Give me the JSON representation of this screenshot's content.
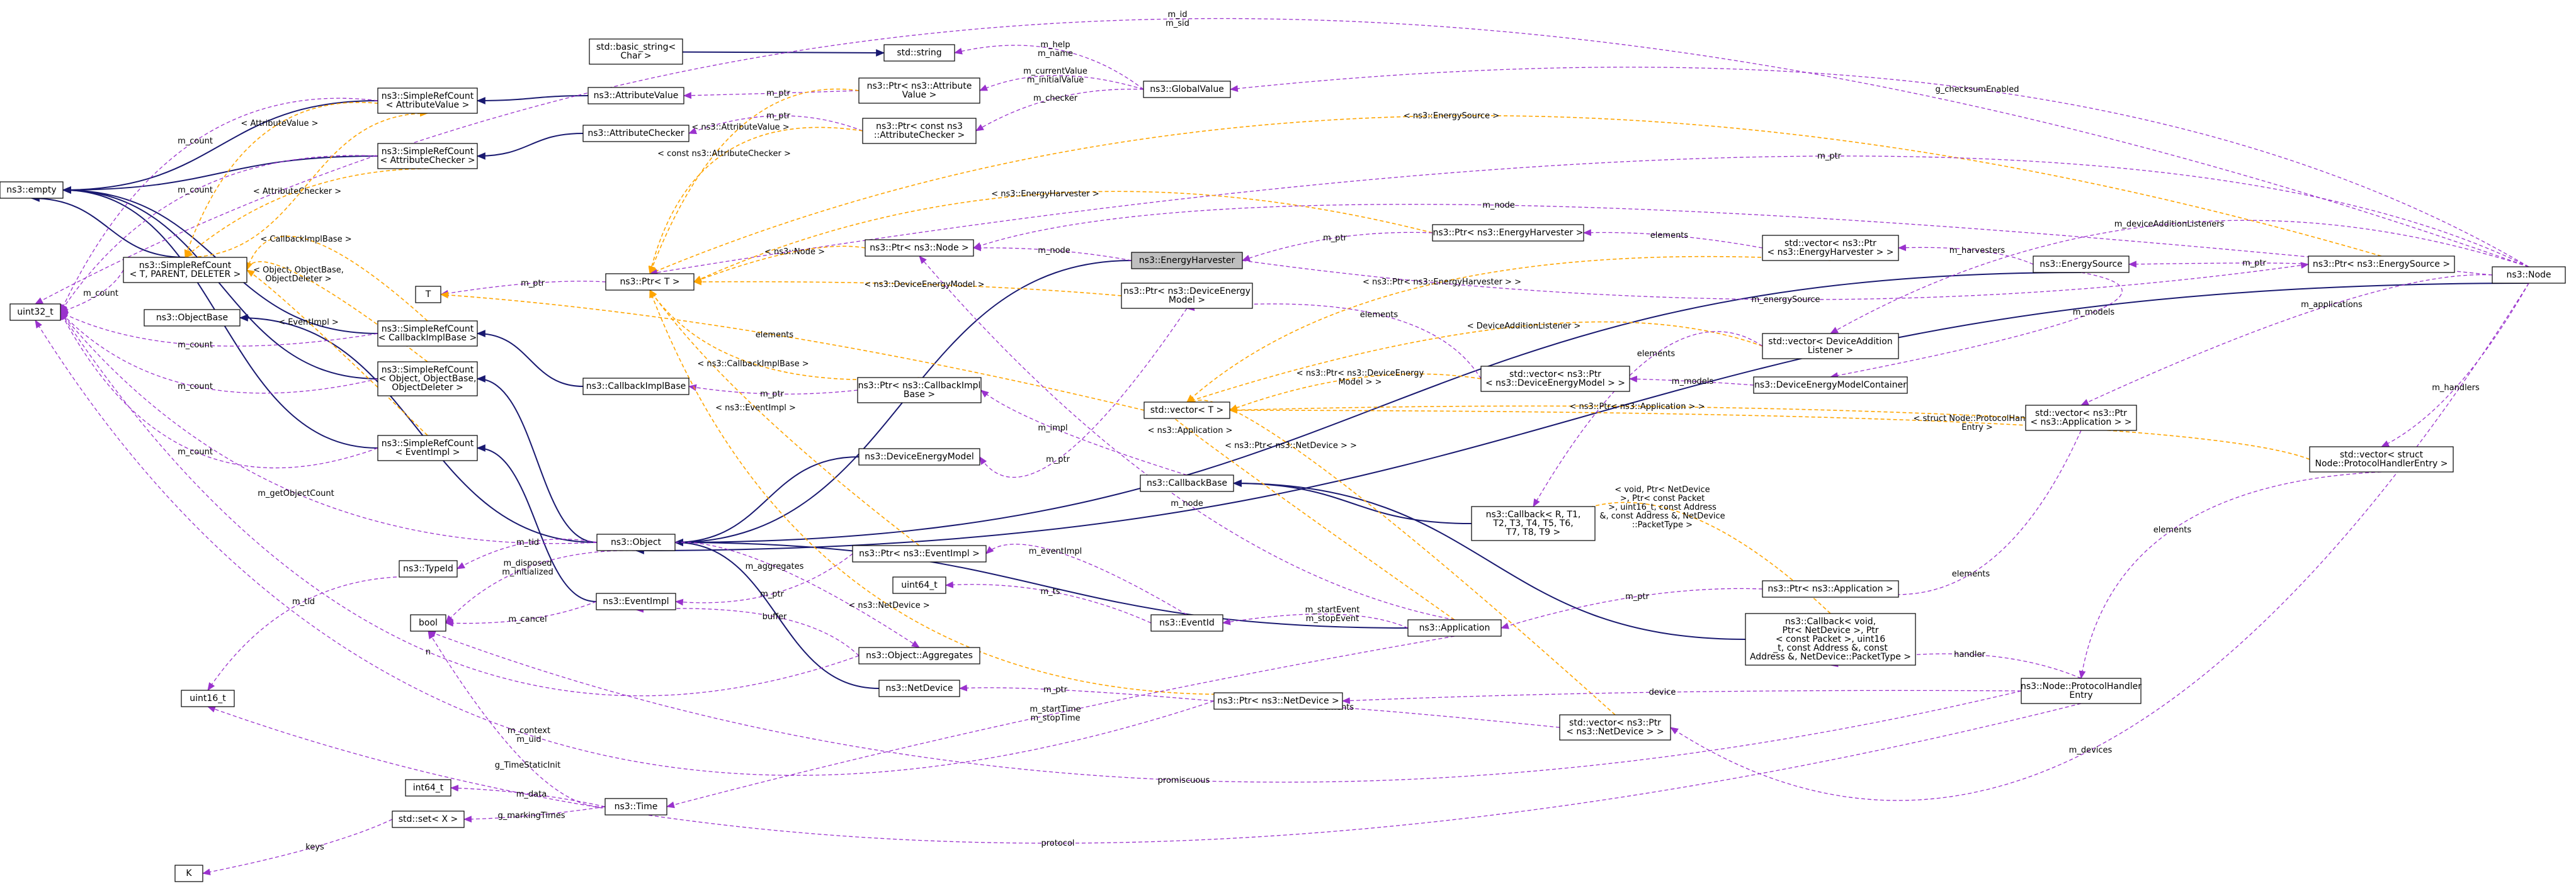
{
  "colors": {
    "inheritance": "#191970",
    "usage": "#9a32cd",
    "template": "#ffa500",
    "focus_fill": "#bfbfbf",
    "node_fill": "#ffffff"
  },
  "nodes": [
    {
      "id": "empty",
      "lines": [
        "ns3::empty"
      ]
    },
    {
      "id": "uint32",
      "lines": [
        "uint32_t"
      ]
    },
    {
      "id": "src_av",
      "lines": [
        "ns3::SimpleRefCount",
        "< AttributeValue >"
      ]
    },
    {
      "id": "src_ac",
      "lines": [
        "ns3::SimpleRefCount",
        "< AttributeChecker >"
      ]
    },
    {
      "id": "src_tpd",
      "lines": [
        "ns3::SimpleRefCount",
        "< T, PARENT, DELETER >"
      ]
    },
    {
      "id": "src_cib",
      "lines": [
        "ns3::SimpleRefCount",
        "< CallbackImplBase >"
      ]
    },
    {
      "id": "src_obj",
      "lines": [
        "ns3::SimpleRefCount",
        "< Object, ObjectBase,",
        "ObjectDeleter >"
      ]
    },
    {
      "id": "src_ei",
      "lines": [
        "ns3::SimpleRefCount",
        "< EventImpl >"
      ]
    },
    {
      "id": "objectbase",
      "lines": [
        "ns3::ObjectBase"
      ]
    },
    {
      "id": "T",
      "lines": [
        "T"
      ]
    },
    {
      "id": "ptrT",
      "lines": [
        "ns3::Ptr< T >"
      ]
    },
    {
      "id": "basic_string",
      "lines": [
        "std::basic_string<",
        "Char >"
      ]
    },
    {
      "id": "attrval",
      "lines": [
        "ns3::AttributeValue"
      ]
    },
    {
      "id": "attrchk",
      "lines": [
        "ns3::AttributeChecker"
      ]
    },
    {
      "id": "cbimplbase",
      "lines": [
        "ns3::CallbackImplBase"
      ]
    },
    {
      "id": "typeid",
      "lines": [
        "ns3::TypeId"
      ]
    },
    {
      "id": "bool",
      "lines": [
        "bool"
      ]
    },
    {
      "id": "uint16",
      "lines": [
        "uint16_t"
      ]
    },
    {
      "id": "int64",
      "lines": [
        "int64_t"
      ]
    },
    {
      "id": "setX",
      "lines": [
        "std::set< X >"
      ]
    },
    {
      "id": "K",
      "lines": [
        "K"
      ]
    },
    {
      "id": "object",
      "lines": [
        "ns3::Object"
      ]
    },
    {
      "id": "eventimpl",
      "lines": [
        "ns3::EventImpl"
      ]
    },
    {
      "id": "time",
      "lines": [
        "ns3::Time"
      ]
    },
    {
      "id": "string",
      "lines": [
        "std::string"
      ]
    },
    {
      "id": "ptr_attrval",
      "lines": [
        "ns3::Ptr< ns3::Attribute",
        "Value >"
      ]
    },
    {
      "id": "ptr_constchk",
      "lines": [
        "ns3::Ptr< const ns3",
        "::AttributeChecker >"
      ]
    },
    {
      "id": "ptr_node",
      "lines": [
        "ns3::Ptr< ns3::Node >"
      ]
    },
    {
      "id": "ptr_cbimpl",
      "lines": [
        "ns3::Ptr< ns3::CallbackImpl",
        "Base >"
      ]
    },
    {
      "id": "devenergymodel",
      "lines": [
        "ns3::DeviceEnergyModel"
      ]
    },
    {
      "id": "ptr_eventimpl",
      "lines": [
        "ns3::Ptr< ns3::EventImpl >"
      ]
    },
    {
      "id": "uint64",
      "lines": [
        "uint64_t"
      ]
    },
    {
      "id": "aggregates",
      "lines": [
        "ns3::Object::Aggregates"
      ]
    },
    {
      "id": "netdevice",
      "lines": [
        "ns3::NetDevice"
      ]
    },
    {
      "id": "globalvalue",
      "lines": [
        "ns3::GlobalValue"
      ]
    },
    {
      "id": "energyharvester",
      "lines": [
        "ns3::EnergyHarvester"
      ]
    },
    {
      "id": "ptr_dem",
      "lines": [
        "ns3::Ptr< ns3::DeviceEnergy",
        "Model >"
      ]
    },
    {
      "id": "vectorT",
      "lines": [
        "std::vector< T >"
      ]
    },
    {
      "id": "callbackbase",
      "lines": [
        "ns3::CallbackBase"
      ]
    },
    {
      "id": "eventid",
      "lines": [
        "ns3::EventId"
      ]
    },
    {
      "id": "ptr_netdevice",
      "lines": [
        "ns3::Ptr< ns3::NetDevice >"
      ]
    },
    {
      "id": "ptr_eh",
      "lines": [
        "ns3::Ptr< ns3::EnergyHarvester >"
      ]
    },
    {
      "id": "vec_ptr_dem",
      "lines": [
        "std::vector< ns3::Ptr",
        "< ns3::DeviceEnergyModel > >"
      ]
    },
    {
      "id": "callback9",
      "lines": [
        "ns3::Callback< R, T1,",
        "T2, T3, T4, T5, T6,",
        "T7, T8, T9 >"
      ]
    },
    {
      "id": "application",
      "lines": [
        "ns3::Application"
      ]
    },
    {
      "id": "vec_ptr_nd",
      "lines": [
        "std::vector< ns3::Ptr",
        "< ns3::NetDevice > >"
      ]
    },
    {
      "id": "vec_ptr_eh",
      "lines": [
        "std::vector< ns3::Ptr",
        "< ns3::EnergyHarvester > >"
      ]
    },
    {
      "id": "vec_dal",
      "lines": [
        "std::vector< DeviceAddition",
        "Listener >"
      ]
    },
    {
      "id": "demcontainer",
      "lines": [
        "ns3::DeviceEnergyModelContainer"
      ]
    },
    {
      "id": "ptr_app",
      "lines": [
        "ns3::Ptr< ns3::Application >"
      ]
    },
    {
      "id": "callback_void",
      "lines": [
        "ns3::Callback< void,",
        " Ptr< NetDevice >, Ptr",
        "< const Packet >, uint16",
        "_t, const Address &, const",
        " Address &, NetDevice::PacketType >"
      ]
    },
    {
      "id": "energysource",
      "lines": [
        "ns3::EnergySource"
      ]
    },
    {
      "id": "vec_ptr_app",
      "lines": [
        "std::vector< ns3::Ptr",
        "< ns3::Application > >"
      ]
    },
    {
      "id": "protohandler",
      "lines": [
        "ns3::Node::ProtocolHandler",
        "Entry"
      ]
    },
    {
      "id": "ptr_es",
      "lines": [
        "ns3::Ptr< ns3::EnergySource >"
      ]
    },
    {
      "id": "vec_phe",
      "lines": [
        "std::vector< struct",
        " Node::ProtocolHandlerEntry >"
      ]
    },
    {
      "id": "node",
      "lines": [
        "ns3::Node"
      ]
    }
  ],
  "edge_labels": {
    "m_id_sid": [
      "m_id",
      "m_sid"
    ],
    "m_count_1": [
      "m_count"
    ],
    "m_count_2": [
      "m_count"
    ],
    "m_count_3": [
      "m_count"
    ],
    "m_count_4": [
      "m_count"
    ],
    "m_count_5": [
      "m_count"
    ],
    "m_count_6": [
      "m_count"
    ],
    "tpl_attrval": [
      "< AttributeValue >"
    ],
    "tpl_attrchk": [
      "< AttributeChecker >"
    ],
    "tpl_cbimplbase": [
      "< CallbackImplBase >"
    ],
    "tpl_obj": [
      "< Object, ObjectBase,",
      "ObjectDeleter >"
    ],
    "tpl_eventimpl": [
      "< EventImpl >"
    ],
    "m_ptr_T": [
      "m_ptr"
    ],
    "m_ptr_av": [
      "m_ptr"
    ],
    "m_ptr_ac": [
      "m_ptr"
    ],
    "m_help_name": [
      "m_help",
      "m_name"
    ],
    "m_current": [
      "m_currentValue",
      "m_initialValue"
    ],
    "m_checker": [
      "m_checker"
    ],
    "tpl_attrvalue2": [
      "< ns3::AttributeValue >"
    ],
    "tpl_constchk": [
      "< const ns3::AttributeChecker >"
    ],
    "tpl_energysource": [
      "< ns3::EnergySource >"
    ],
    "g_checksum": [
      "g_checksumEnabled"
    ],
    "m_ptr_top": [
      "m_ptr"
    ],
    "tpl_energyharvester": [
      "< ns3::EnergyHarvester >"
    ],
    "m_node_top": [
      "m_node"
    ],
    "m_deviceaddition": [
      "m_deviceAdditionListeners"
    ],
    "tpl_node": [
      "< ns3::Node >"
    ],
    "m_node_eh": [
      "m_node"
    ],
    "m_ptr_eh": [
      "m_ptr"
    ],
    "elements_eh": [
      "elements"
    ],
    "m_harvesters": [
      "m_harvesters"
    ],
    "m_ptr_es": [
      "m_ptr"
    ],
    "tpl_devenergymodel": [
      "< ns3::DeviceEnergyModel >"
    ],
    "tpl_ptr_eh_vec": [
      "< ns3::Ptr< ns3::EnergyHarvester > >"
    ],
    "m_energysource": [
      "m_energySource"
    ],
    "m_models_1": [
      "m_models"
    ],
    "m_applications": [
      "m_applications"
    ],
    "elements_dem": [
      "elements"
    ],
    "tpl_dal": [
      "< DeviceAdditionListener >"
    ],
    "elements_dal": [
      "elements"
    ],
    "elements_cbimpl": [
      "elements"
    ],
    "tpl_cbimplbase2": [
      "< ns3::CallbackImplBase >"
    ],
    "tpl_ptr_dem": [
      "< ns3::Ptr< ns3::DeviceEnergy",
      "Model > >"
    ],
    "m_models_2": [
      "m_models"
    ],
    "m_handlers": [
      "m_handlers"
    ],
    "tpl_ptr_app_vec": [
      "< ns3::Ptr< ns3::Application > >"
    ],
    "tpl_eventimpl2": [
      "< ns3::EventImpl >"
    ],
    "m_ptr_cb": [
      "m_ptr"
    ],
    "tpl_struct_phe": [
      "< struct Node::ProtocolHandler",
      "Entry >"
    ],
    "m_impl": [
      "m_impl"
    ],
    "tpl_app": [
      "< ns3::Application >"
    ],
    "tpl_ptr_nd_vec": [
      "< ns3::Ptr< ns3::NetDevice > >"
    ],
    "m_ptr_dem": [
      "m_ptr"
    ],
    "m_getobjectcount": [
      "m_getObjectCount"
    ],
    "m_node_app": [
      "m_node"
    ],
    "tpl_callback_void": [
      "< void, Ptr< NetDevice",
      ">, Ptr< const Packet",
      ">, uint16_t, const Address",
      "&, const Address &, NetDevice",
      "::PacketType >"
    ],
    "m_tid_1": [
      "m_tid"
    ],
    "m_disposed": [
      "m_disposed",
      "m_initialized"
    ],
    "m_eventimpl": [
      "m_eventImpl"
    ],
    "m_aggregates": [
      "m_aggregates"
    ],
    "m_tid_2": [
      "m_tid"
    ],
    "m_cancel": [
      "m_cancel"
    ],
    "m_ptr_ei": [
      "m_ptr"
    ],
    "m_ts": [
      "m_ts"
    ],
    "m_ptr_app": [
      "m_ptr"
    ],
    "elements_app": [
      "elements"
    ],
    "tpl_netdevice": [
      "< ns3::NetDevice >"
    ],
    "m_startevent": [
      "m_startEvent",
      "m_stopEvent"
    ],
    "buffer": [
      "buffer"
    ],
    "n_label": [
      "n"
    ],
    "handler": [
      "handler"
    ],
    "elements_phe": [
      "elements"
    ],
    "m_ptr_nd": [
      "m_ptr"
    ],
    "device": [
      "device"
    ],
    "elements_nd": [
      "elements"
    ],
    "m_starttime": [
      "m_startTime",
      "m_stopTime"
    ],
    "m_context": [
      "m_context",
      "m_uid"
    ],
    "m_devices": [
      "m_devices"
    ],
    "g_timestatic": [
      "g_TimeStaticInit"
    ],
    "promiscuous": [
      "promiscuous"
    ],
    "m_data": [
      "m_data"
    ],
    "g_markingtimes": [
      "g_markingTimes"
    ],
    "protocol": [
      "protocol"
    ],
    "keys": [
      "keys"
    ]
  }
}
